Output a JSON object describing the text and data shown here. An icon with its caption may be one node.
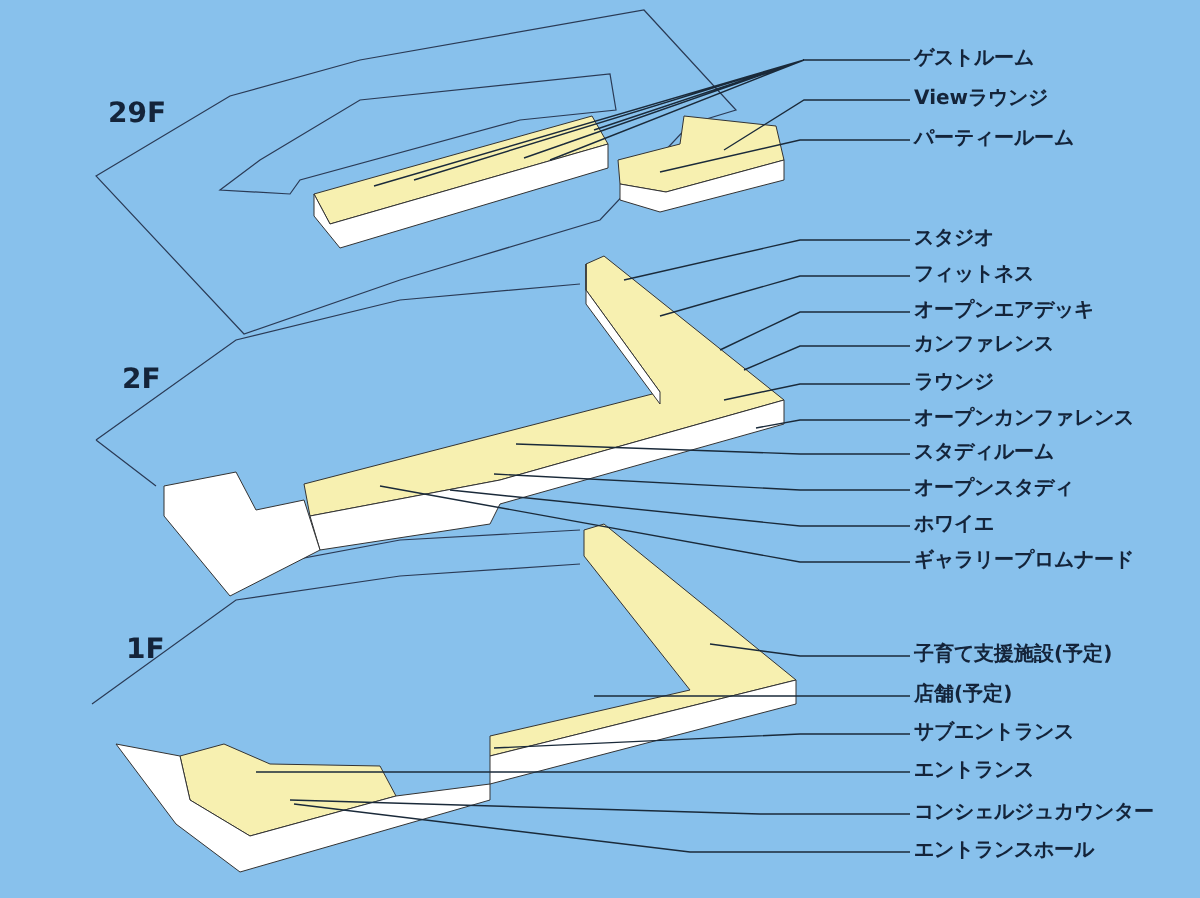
{
  "diagram": {
    "nodes": [
      {
        "text": [
          "ゲストルーム"
        ]
      },
      {
        "text": [
          "Viewラウンジ"
        ]
      },
      {
        "text": [
          "パーティールーム"
        ]
      },
      {
        "text": [
          "スタジオ"
        ]
      },
      {
        "text": [
          "フィットネス"
        ]
      },
      {
        "text": [
          "オープンエアデッキ"
        ]
      },
      {
        "text": [
          "カンファレンス"
        ]
      },
      {
        "text": [
          "ラウンジ"
        ]
      },
      {
        "text": [
          "オープンカンファレンス"
        ]
      },
      {
        "text": [
          "スタディルーム"
        ]
      },
      {
        "text": [
          "オープンスタディ"
        ]
      },
      {
        "text": [
          "ホワイエ"
        ]
      },
      {
        "text": [
          "ギャラリープロムナード"
        ]
      },
      {
        "text": [
          "子育て支援施設(予定)"
        ]
      },
      {
        "text": [
          "店舗(予定)"
        ]
      },
      {
        "text": [
          "サブエントランス"
        ]
      },
      {
        "text": [
          "エントランス"
        ]
      },
      {
        "text": [
          "コンシェルジュカウンター"
        ]
      },
      {
        "text": [
          "エントランスホール"
        ]
      }
    ],
    "edges": [
      {
        "from": 0,
        "to": null,
        "arrow": "none"
      },
      {
        "from": 1,
        "to": null,
        "arrow": "none"
      },
      {
        "from": 2,
        "to": null,
        "arrow": "none"
      },
      {
        "from": 3,
        "to": null,
        "arrow": "none"
      },
      {
        "from": 4,
        "to": null,
        "arrow": "none"
      },
      {
        "from": 5,
        "to": null,
        "arrow": "none"
      },
      {
        "from": 6,
        "to": null,
        "arrow": "none"
      },
      {
        "from": 7,
        "to": null,
        "arrow": "none"
      },
      {
        "from": 8,
        "to": null,
        "arrow": "none"
      },
      {
        "from": 9,
        "to": null,
        "arrow": "none"
      },
      {
        "from": 10,
        "to": null,
        "arrow": "none"
      },
      {
        "from": 11,
        "to": null,
        "arrow": "none"
      },
      {
        "from": 12,
        "to": null,
        "arrow": "none"
      },
      {
        "from": 13,
        "to": null,
        "arrow": "none"
      },
      {
        "from": 14,
        "to": null,
        "arrow": "none"
      },
      {
        "from": 15,
        "to": null,
        "arrow": "none"
      },
      {
        "from": 16,
        "to": null,
        "arrow": "none"
      },
      {
        "from": 17,
        "to": null,
        "arrow": "none"
      },
      {
        "from": 18,
        "to": null,
        "arrow": "none"
      }
    ],
    "labels": [
      "29F",
      "2F",
      "1F"
    ]
  }
}
